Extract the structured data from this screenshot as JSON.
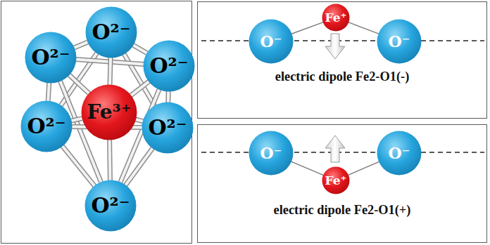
{
  "diagram": {
    "nodes": [
      {
        "text": [
          "O²⁻"
        ]
      },
      {
        "text": [
          "O²⁻"
        ]
      },
      {
        "text": [
          "O²⁻"
        ]
      },
      {
        "text": [
          "Fe³⁺"
        ]
      },
      {
        "text": [
          "O²⁻"
        ]
      },
      {
        "text": [
          "O²⁻"
        ]
      },
      {
        "text": [
          "O²⁻"
        ]
      },
      {
        "text": [
          "electric dipole Fe2-O1(-)"
        ]
      },
      {
        "text": [
          "Fe⁺"
        ],
        "in": 7
      },
      {
        "text": [
          "O⁻"
        ],
        "in": 7
      },
      {
        "text": [
          "O⁻"
        ],
        "in": 7
      },
      {
        "text": [
          "electric dipole Fe2-O1(+)"
        ]
      },
      {
        "text": [
          "O⁻"
        ],
        "in": 11
      },
      {
        "text": [
          "O⁻"
        ],
        "in": 11
      },
      {
        "text": [
          "Fe⁺"
        ],
        "in": 11
      }
    ],
    "edges": [
      {
        "from": 0,
        "to": 1,
        "arrow": "none"
      },
      {
        "from": 0,
        "to": 2,
        "arrow": "none"
      },
      {
        "from": 0,
        "to": 4,
        "arrow": "none"
      },
      {
        "from": 0,
        "to": 5,
        "arrow": "none"
      },
      {
        "from": 6,
        "to": 1,
        "arrow": "none"
      },
      {
        "from": 6,
        "to": 2,
        "arrow": "none"
      },
      {
        "from": 6,
        "to": 4,
        "arrow": "none"
      },
      {
        "from": 6,
        "to": 5,
        "arrow": "none"
      },
      {
        "from": 1,
        "to": 2,
        "arrow": "none"
      },
      {
        "from": 2,
        "to": 5,
        "arrow": "none"
      },
      {
        "from": 5,
        "to": 4,
        "arrow": "none"
      },
      {
        "from": 4,
        "to": 1,
        "arrow": "none"
      },
      {
        "from": 3,
        "to": 0,
        "arrow": "none"
      },
      {
        "from": 3,
        "to": 1,
        "arrow": "none"
      },
      {
        "from": 3,
        "to": 2,
        "arrow": "none"
      },
      {
        "from": 3,
        "to": 4,
        "arrow": "none"
      },
      {
        "from": 3,
        "to": 5,
        "arrow": "none"
      },
      {
        "from": 3,
        "to": 6,
        "arrow": "none"
      },
      {
        "from": 8,
        "to": 9,
        "arrow": "none"
      },
      {
        "from": 8,
        "to": 10,
        "arrow": "none"
      },
      {
        "from": 14,
        "to": 12,
        "arrow": "none"
      },
      {
        "from": 14,
        "to": 13,
        "arrow": "none"
      }
    ]
  }
}
